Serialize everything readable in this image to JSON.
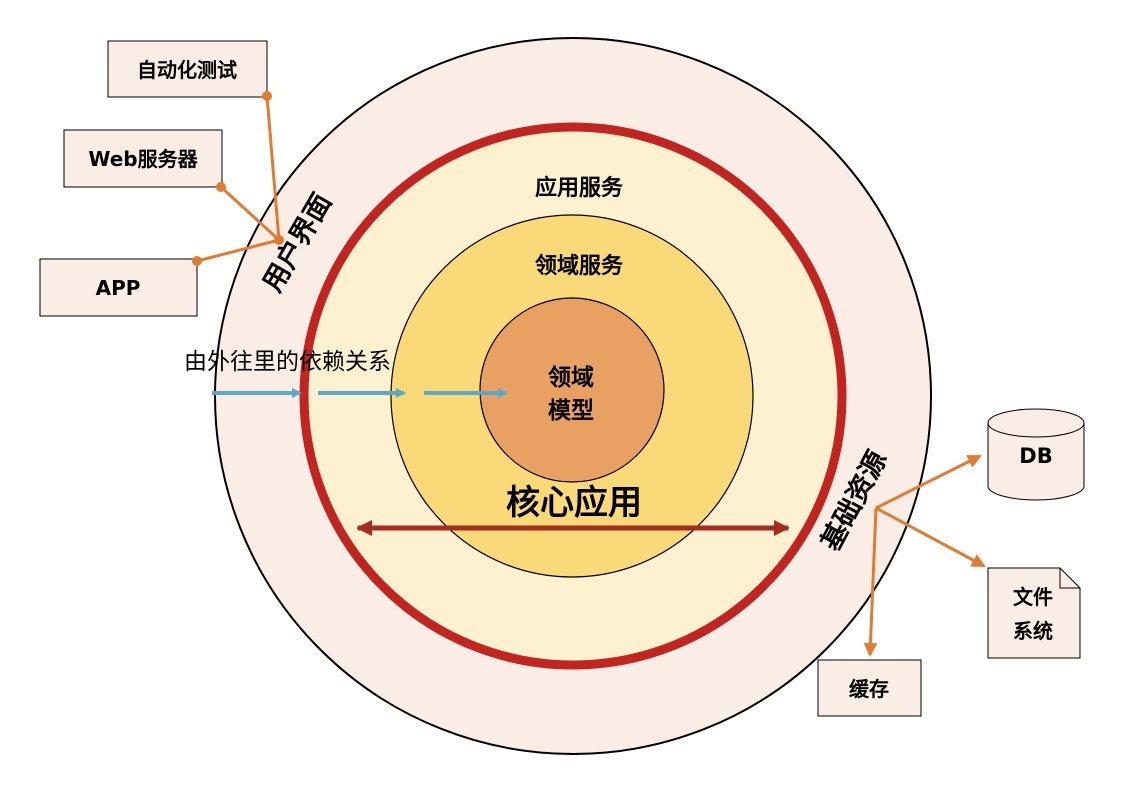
{
  "labels": {
    "app_service": "应用服务",
    "domain_service": "领域服务",
    "domain_model_line1": "领域",
    "domain_model_line2": "模型",
    "core_app": "核心应用",
    "user_interface": "用户界面",
    "infrastructure": "基础资源",
    "dependency": "由外往里的依赖关系"
  },
  "clients": {
    "auto_test": "自动化测试",
    "web_server": "Web服务器",
    "app": "APP"
  },
  "resources": {
    "db": "DB",
    "file_system_line1": "文件",
    "file_system_line2": "系统",
    "cache": "缓存"
  },
  "colors": {
    "outer_ring": "#F9EDE5",
    "core_ring": "#C2241F",
    "app_layer": "#FDF1CF",
    "domain_service_layer": "#F9D978",
    "domain_model": "#E9A063",
    "box_fill": "#F9EDE5",
    "orange_line": "#E07B32",
    "blue_arrow": "#5DA7C7",
    "core_arrow": "#A72C1F"
  }
}
